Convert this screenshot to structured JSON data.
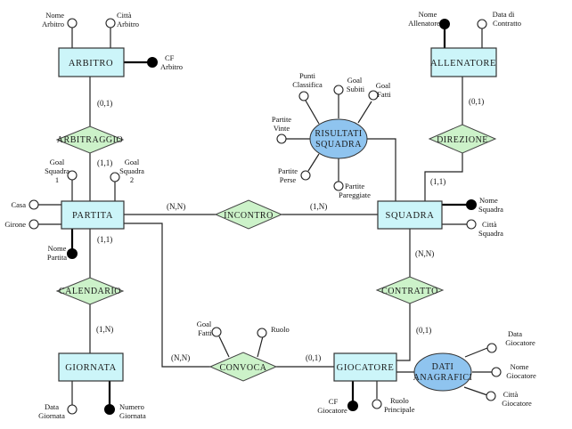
{
  "diagram": {
    "title": "Schema E-R Campionato",
    "entities": [
      {
        "id": "arbitro",
        "label": "ARBITRO"
      },
      {
        "id": "allenatore",
        "label": "ALLENATORE"
      },
      {
        "id": "partita",
        "label": "PARTITA"
      },
      {
        "id": "squadra",
        "label": "SQUADRA"
      },
      {
        "id": "giornata",
        "label": "GIORNATA"
      },
      {
        "id": "giocatore",
        "label": "GIOCATORE"
      }
    ],
    "relationships": [
      {
        "id": "arbitraggio",
        "label": "ARBITRAGGIO"
      },
      {
        "id": "direzione",
        "label": "DIREZIONE"
      },
      {
        "id": "incontro",
        "label": "INCONTRO"
      },
      {
        "id": "calendario",
        "label": "CALENDARIO"
      },
      {
        "id": "contratto",
        "label": "CONTRATTO"
      },
      {
        "id": "convoca",
        "label": "CONVOCA"
      }
    ],
    "composite_attributes": [
      {
        "id": "risultati_squadra",
        "label_lines": [
          "RISULTATI",
          "SQUADRA"
        ]
      },
      {
        "id": "dati_anagrafici",
        "label_lines": [
          "DATI",
          "ANAGRAFICI"
        ]
      }
    ],
    "attributes": [
      {
        "id": "nome_arbitro",
        "lines": [
          "Nome",
          "Arbitro"
        ],
        "key": false
      },
      {
        "id": "citta_arbitro",
        "lines": [
          "Città",
          "Arbitro"
        ],
        "key": false
      },
      {
        "id": "cf_arbitro",
        "lines": [
          "CF",
          "Arbitro"
        ],
        "key": true
      },
      {
        "id": "nome_allenatore",
        "lines": [
          "Nome",
          "Allenatore"
        ],
        "key": true
      },
      {
        "id": "data_contratto",
        "lines": [
          "Data di",
          "Contratto"
        ],
        "key": false
      },
      {
        "id": "goal_squadra_1",
        "lines": [
          "Goal",
          "Squadra",
          "1"
        ],
        "key": false
      },
      {
        "id": "goal_squadra_2",
        "lines": [
          "Goal",
          "Squadra",
          "2"
        ],
        "key": false
      },
      {
        "id": "casa",
        "lines": [
          "Casa"
        ],
        "key": false
      },
      {
        "id": "girone",
        "lines": [
          "Girone"
        ],
        "key": false
      },
      {
        "id": "nome_partita",
        "lines": [
          "Nome",
          "Partita"
        ],
        "key": true
      },
      {
        "id": "punti_classifica",
        "lines": [
          "Punti",
          "Classifica"
        ],
        "key": false
      },
      {
        "id": "goal_subiti",
        "lines": [
          "Goal",
          "Subiti"
        ],
        "key": false
      },
      {
        "id": "goal_fatti_sq",
        "lines": [
          "Goal",
          "Fatti"
        ],
        "key": false
      },
      {
        "id": "partite_vinte",
        "lines": [
          "Partite",
          "Vinte"
        ],
        "key": false
      },
      {
        "id": "partite_perse",
        "lines": [
          "Partite",
          "Perse"
        ],
        "key": false
      },
      {
        "id": "partite_pareggiate",
        "lines": [
          "Partite",
          "Pareggiate"
        ],
        "key": false
      },
      {
        "id": "nome_squadra",
        "lines": [
          "Nome",
          "Squadra"
        ],
        "key": true
      },
      {
        "id": "citta_squadra",
        "lines": [
          "Città",
          "Squadra"
        ],
        "key": false
      },
      {
        "id": "data_giornata",
        "lines": [
          "Data",
          "Giornata"
        ],
        "key": false
      },
      {
        "id": "numero_giornata",
        "lines": [
          "Numero",
          "Giornata"
        ],
        "key": true
      },
      {
        "id": "goal_fatti_conv",
        "lines": [
          "Goal",
          "Fatti"
        ],
        "key": false
      },
      {
        "id": "ruolo",
        "lines": [
          "Ruolo"
        ],
        "key": false
      },
      {
        "id": "cf_giocatore",
        "lines": [
          "CF",
          "Giocatore"
        ],
        "key": true
      },
      {
        "id": "ruolo_principale",
        "lines": [
          "Ruolo",
          "Principale"
        ],
        "key": false
      },
      {
        "id": "data_giocatore",
        "lines": [
          "Data",
          "Giocatore"
        ],
        "key": false
      },
      {
        "id": "nome_giocatore",
        "lines": [
          "Nome",
          "Giocatore"
        ],
        "key": false
      },
      {
        "id": "citta_giocatore",
        "lines": [
          "Città",
          "Giocatore"
        ],
        "key": false
      }
    ],
    "cardinalities": {
      "arbitro_arbitraggio": "(0,1)",
      "partita_arbitraggio": "(1,1)",
      "allenatore_direzione": "(0,1)",
      "squadra_direzione": "(1,1)",
      "partita_incontro": "(N,N)",
      "squadra_incontro": "(1,N)",
      "partita_calendario": "(1,1)",
      "giornata_calendario": "(1,N)",
      "squadra_contratto": "(N,N)",
      "giocatore_contratto": "(0,1)",
      "partita_convoca": "(N,N)",
      "giocatore_convoca": "(0,1)"
    }
  }
}
